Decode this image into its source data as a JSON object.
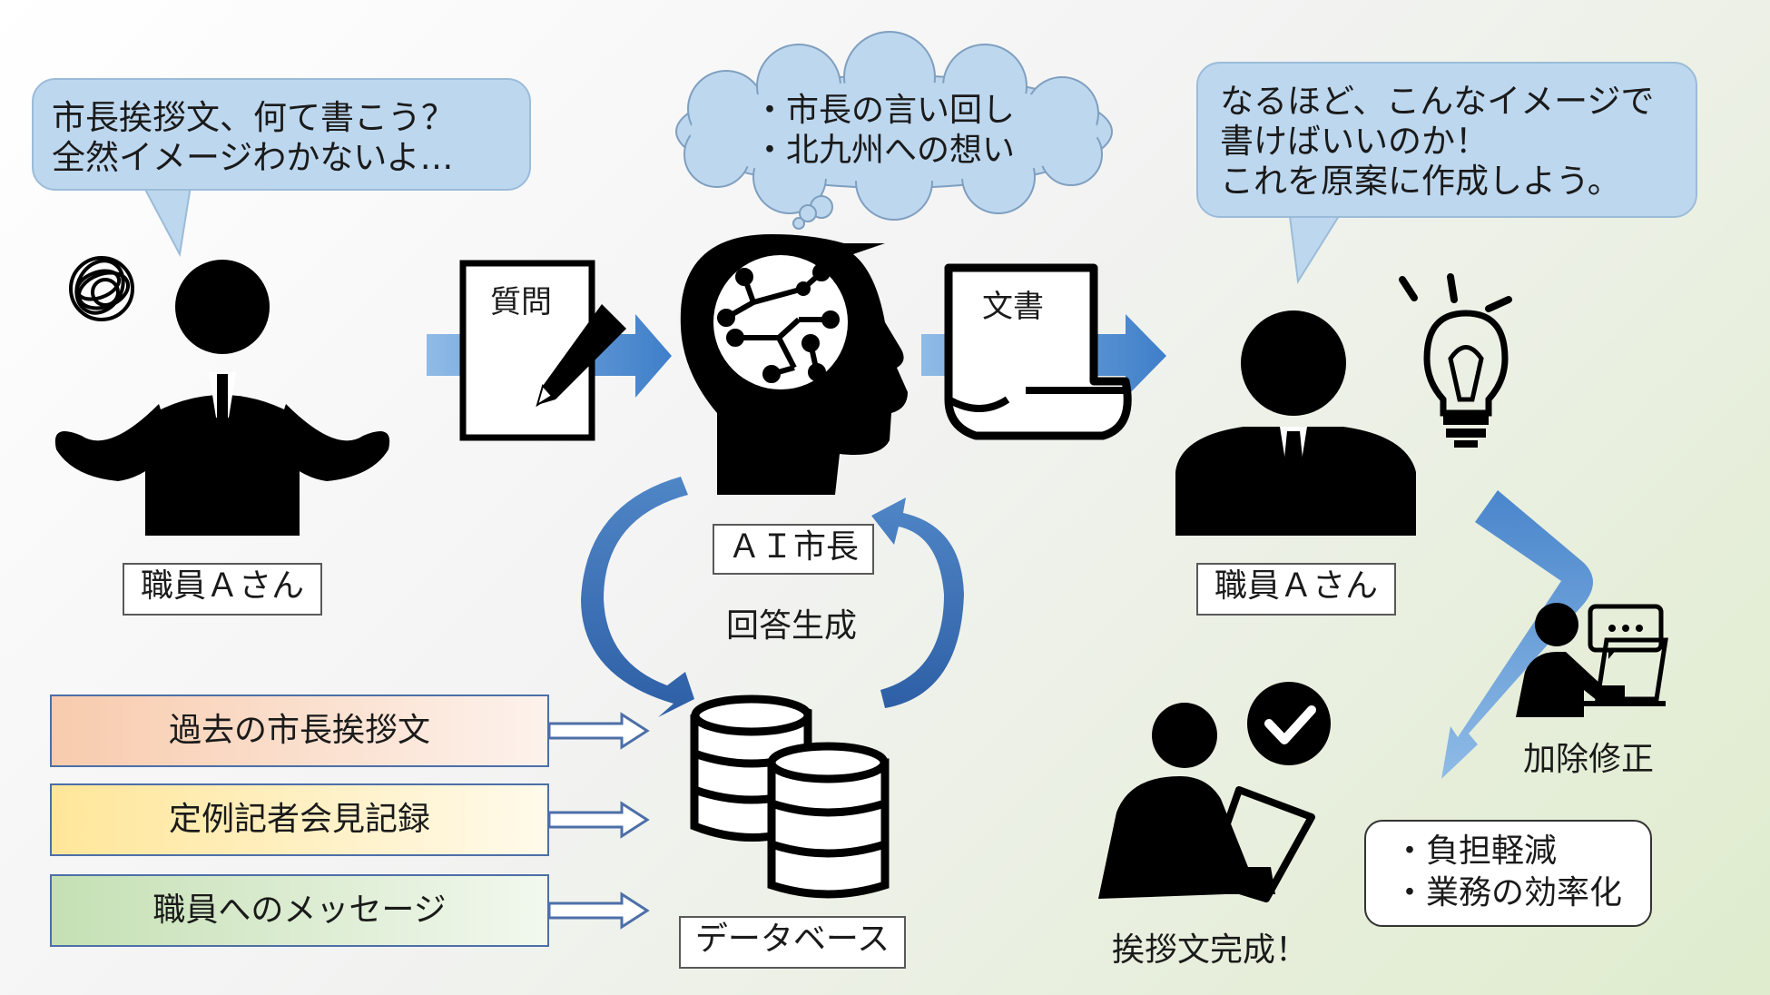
{
  "speech_left": {
    "lines": [
      "市長挨拶文、何て書こう？",
      "全然イメージわかないよ…"
    ]
  },
  "thought_cloud": {
    "lines": [
      "・市長の言い回し",
      "・北九州への想い"
    ]
  },
  "speech_right": {
    "lines": [
      "なるほど、こんなイメージで",
      "書けばいいのか！",
      "これを原案に作成しよう。"
    ]
  },
  "staff_left_label": "職員Ａさん",
  "staff_right_label": "職員Ａさん",
  "question_doc_label": "質問",
  "answer_doc_label": "文書",
  "ai_label": "ＡＩ市長",
  "generate_label": "回答生成",
  "database_label": "データベース",
  "sources": [
    {
      "label": "過去の市長挨拶文",
      "color": "#f8cbad"
    },
    {
      "label": "定例記者会見記録",
      "color": "#ffe699"
    },
    {
      "label": "職員へのメッセージ",
      "color": "#c5e0b4"
    }
  ],
  "edit_label": "加除修正",
  "done_label": "挨拶文完成！",
  "benefits": {
    "lines": [
      "・負担軽減",
      "・業務の効率化"
    ]
  },
  "colors": {
    "speech_fill": "#bdd7ee",
    "arrow_blue": "#4a86cc",
    "icon_black": "#000000"
  }
}
